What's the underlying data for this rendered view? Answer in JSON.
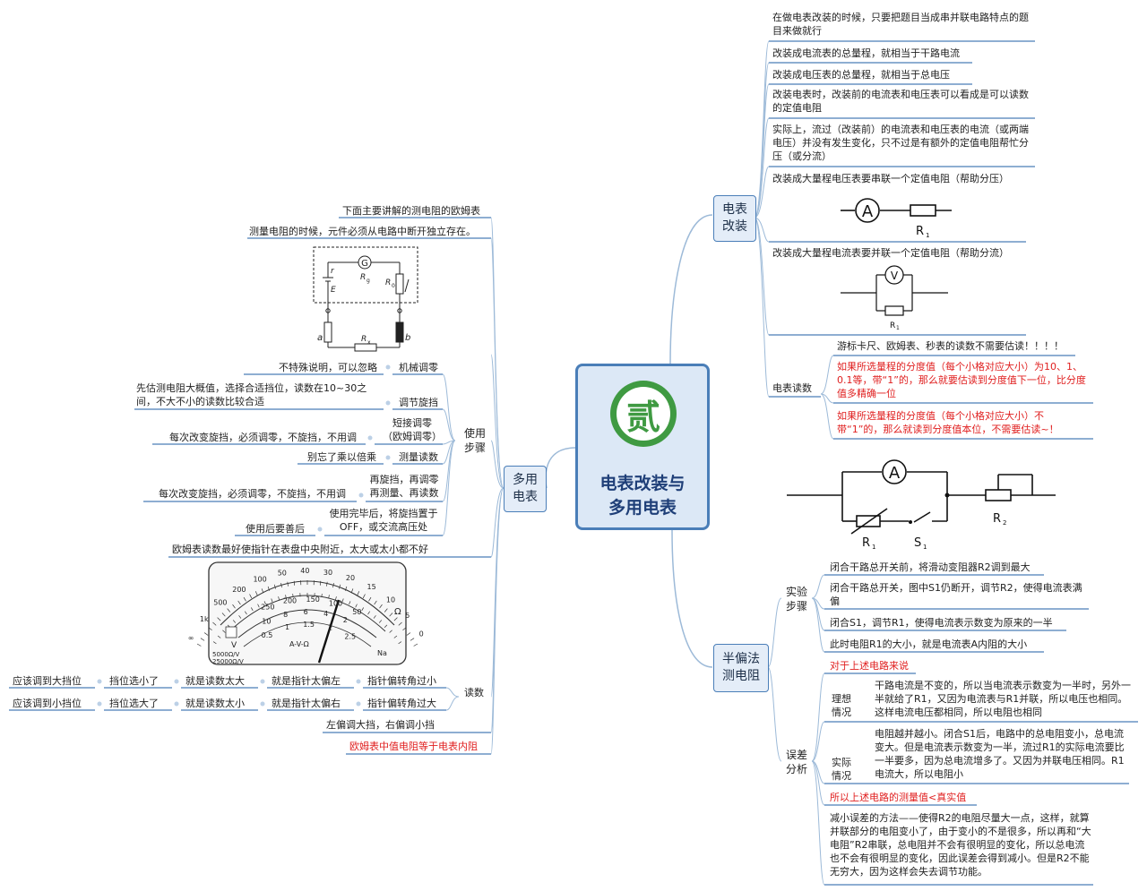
{
  "center": {
    "logo_char": "贰",
    "title_line1": "电表改装与",
    "title_line2": "多用电表"
  },
  "modify": {
    "title_line1": "电表",
    "title_line2": "改装",
    "items": [
      "在做电表改装的时候，只要把题目当成串并联电路特点的题目来做就行",
      "改装成电流表的总量程，就相当于干路电流",
      "改装成电压表的总量程，就相当于总电压",
      "改装电表时，改装前的电流表和电压表可以看成是可以读数的定值电阻",
      "实际上，流过（改装前）的电流表和电压表的电流（或两端电压）并没有发生变化，只不过是有额外的定值电阻帮忙分压（或分流）",
      "改装成大量程电压表要串联一个定值电阻（帮助分压）",
      "改装成大量程电流表要并联一个定值电阻（帮助分流）"
    ],
    "circuit1_meter": "A",
    "circuit1_res": "R",
    "circuit2_meter": "V",
    "circuit2_res": "R",
    "reading": {
      "label": "电表读数",
      "items": [
        "游标卡尺、欧姆表、秒表的读数不需要估读！！！！",
        "如果所选量程的分度值（每个小格对应大小）为10、1、0.1等，带“1”的，那么就要估读到分度值下一位，比分度值多精确一位",
        "如果所选量程的分度值（每个小格对应大小）不带“1”的，那么就读到分度值本位，不需要估读~！"
      ]
    }
  },
  "half": {
    "title_line1": "半偏法",
    "title_line2": "测电阻",
    "circuit_meter": "A",
    "label_r1": "R",
    "label_s1": "S",
    "label_r2": "R",
    "steps_line1": "实验",
    "steps_line2": "步骤",
    "steps": [
      "闭合干路总开关前，将滑动变阻器R2调到最大",
      "闭合干路总开关，图中S1仍断开，调节R2，使得电流表满偏",
      "闭合S1，调节R1，使得电流表示数变为原来的一半",
      "此时电阻R1的大小，就是电流表A内阻的大小"
    ],
    "err_line1": "误差",
    "err_line2": "分析",
    "err_intro": "对于上述电路来说",
    "ideal_line1": "理想",
    "ideal_line2": "情况",
    "ideal": "干路电流是不变的，所以当电流表示数变为一半时，另外一半就给了R1，又因为电流表与R1并联，所以电压也相同。这样电流电压都相同，所以电阻也相同",
    "real_line1": "实际",
    "real_line2": "情况",
    "real": "电阻越并越小。闭合S1后，电路中的总电阻变小，总电流变大。但是电流表示数变为一半，流过R1的实际电流要比一半要多，因为总电流增多了。又因为并联电压相同。R1电流大，所以电阻小",
    "conclusion": "所以上述电路的测量值<真实值",
    "reduce": "减小误差的方法——使得R2的电阻尽量大一点，这样，就算并联部分的电阻变小了，由于变小的不是很多，所以再和“大电阻”R2串联，总电阻并不会有很明显的变化，所以总电流也不会有很明显的变化，因此误差会得到减小。但是R2不能无穷大，因为这样会失去调节功能。"
  },
  "multi": {
    "title_line1": "多用",
    "title_line2": "电表",
    "intro1": "下面主要讲解的测电阻的欧姆表",
    "intro2": "测量电阻的时候，元件必须从电路中断开独立存在。",
    "ohm_diagram": {
      "g": "G",
      "r": "r",
      "e": "E",
      "rg": "R",
      "r0": "R",
      "rx": "R",
      "a": "a",
      "b": "b"
    },
    "use_line1": "使用",
    "use_line2": "步骤",
    "mech_zero": "机械调零",
    "mech_zero_note": "不特殊说明，可以忽略",
    "knob": "调节旋挡",
    "knob_note": "先估测电阻大概值，选择合适挡位，读数在10~30之间，不大不小的读数比较合适",
    "short_zero_1": "短接调零",
    "short_zero_2": "（欧姆调零）",
    "short_zero_note": "每次改变旋挡，必须调零，不旋挡，不用调",
    "measure": "测量读数",
    "measure_note": "别忘了乘以倍乘",
    "re_1": "再旋挡，再调零",
    "re_2": "再测量、再读数",
    "re_note": "每次改变旋挡，必须调零，不旋挡，不用调",
    "after_1": "使用完毕后，将旋挡置于",
    "after_2": "OFF，或交流高压处",
    "after_label": "使用后要善后",
    "center_note": "欧姆表读数最好使指针在表盘中央附近，太大或太小都不好",
    "dial": {
      "ohm_ticks": [
        "∞",
        "1k",
        "500",
        "200",
        "100",
        "50",
        "40",
        "30",
        "20",
        "15",
        "10",
        "5",
        "0"
      ],
      "mid_ticks": [
        "250",
        "200",
        "150",
        "100",
        "50"
      ],
      "inner_ticks": [
        "10",
        "8",
        "6",
        "4",
        "2"
      ],
      "low_ticks": [
        "0.5",
        "1",
        "1.5",
        "2",
        "2.5"
      ],
      "unit_ohm": "Ω",
      "unit_v": "V",
      "center_label": "A-V-Ω",
      "spec1": "5000Ω/V",
      "spec2": "25000Ω/V",
      "brand": "Na"
    },
    "read_label": "读数",
    "row1": [
      "应该调到大挡位",
      "挡位选小了",
      "就是读数太大",
      "就是指针太偏左",
      "指针偏转角过小"
    ],
    "row2": [
      "应该调到小挡位",
      "挡位选大了",
      "就是读数太小",
      "就是指针太偏右",
      "指针偏转角过大"
    ],
    "left_right": "左偏调大挡，右偏调小挡",
    "mid_value": "欧姆表中值电阻等于电表内阻"
  },
  "colors": {
    "line": "#4a7eb8",
    "branch": "#9dbad8",
    "red": "#e02020",
    "logo": "#3f9a42"
  }
}
